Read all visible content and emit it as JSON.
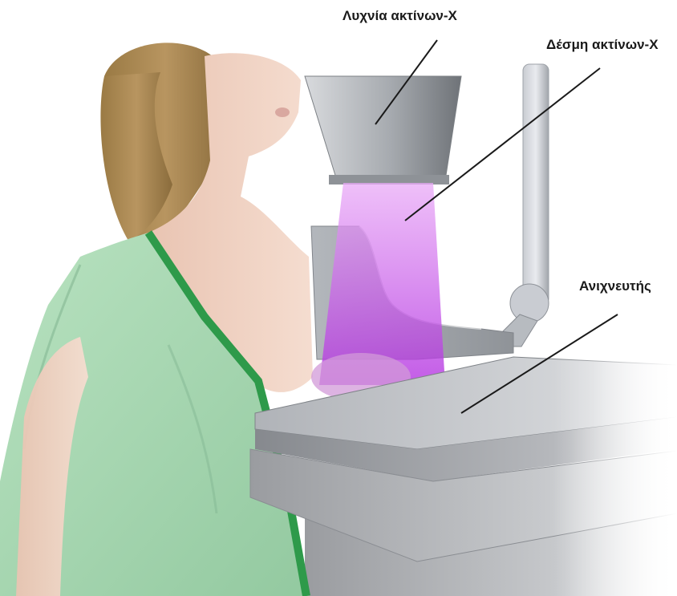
{
  "labels": {
    "xray_tube": "Λυχνία ακτίνων-Χ",
    "xray_beam": "Δέσμη ακτίνων-Χ",
    "detector": "Ανιχνευτής"
  },
  "colors": {
    "beam": "#c040e0",
    "gown": "#a8d8b0",
    "gown_trim": "#2e9a4a",
    "skin": "#f0d2c2",
    "hair": "#a8864e",
    "machine": "#a4a8ae"
  }
}
